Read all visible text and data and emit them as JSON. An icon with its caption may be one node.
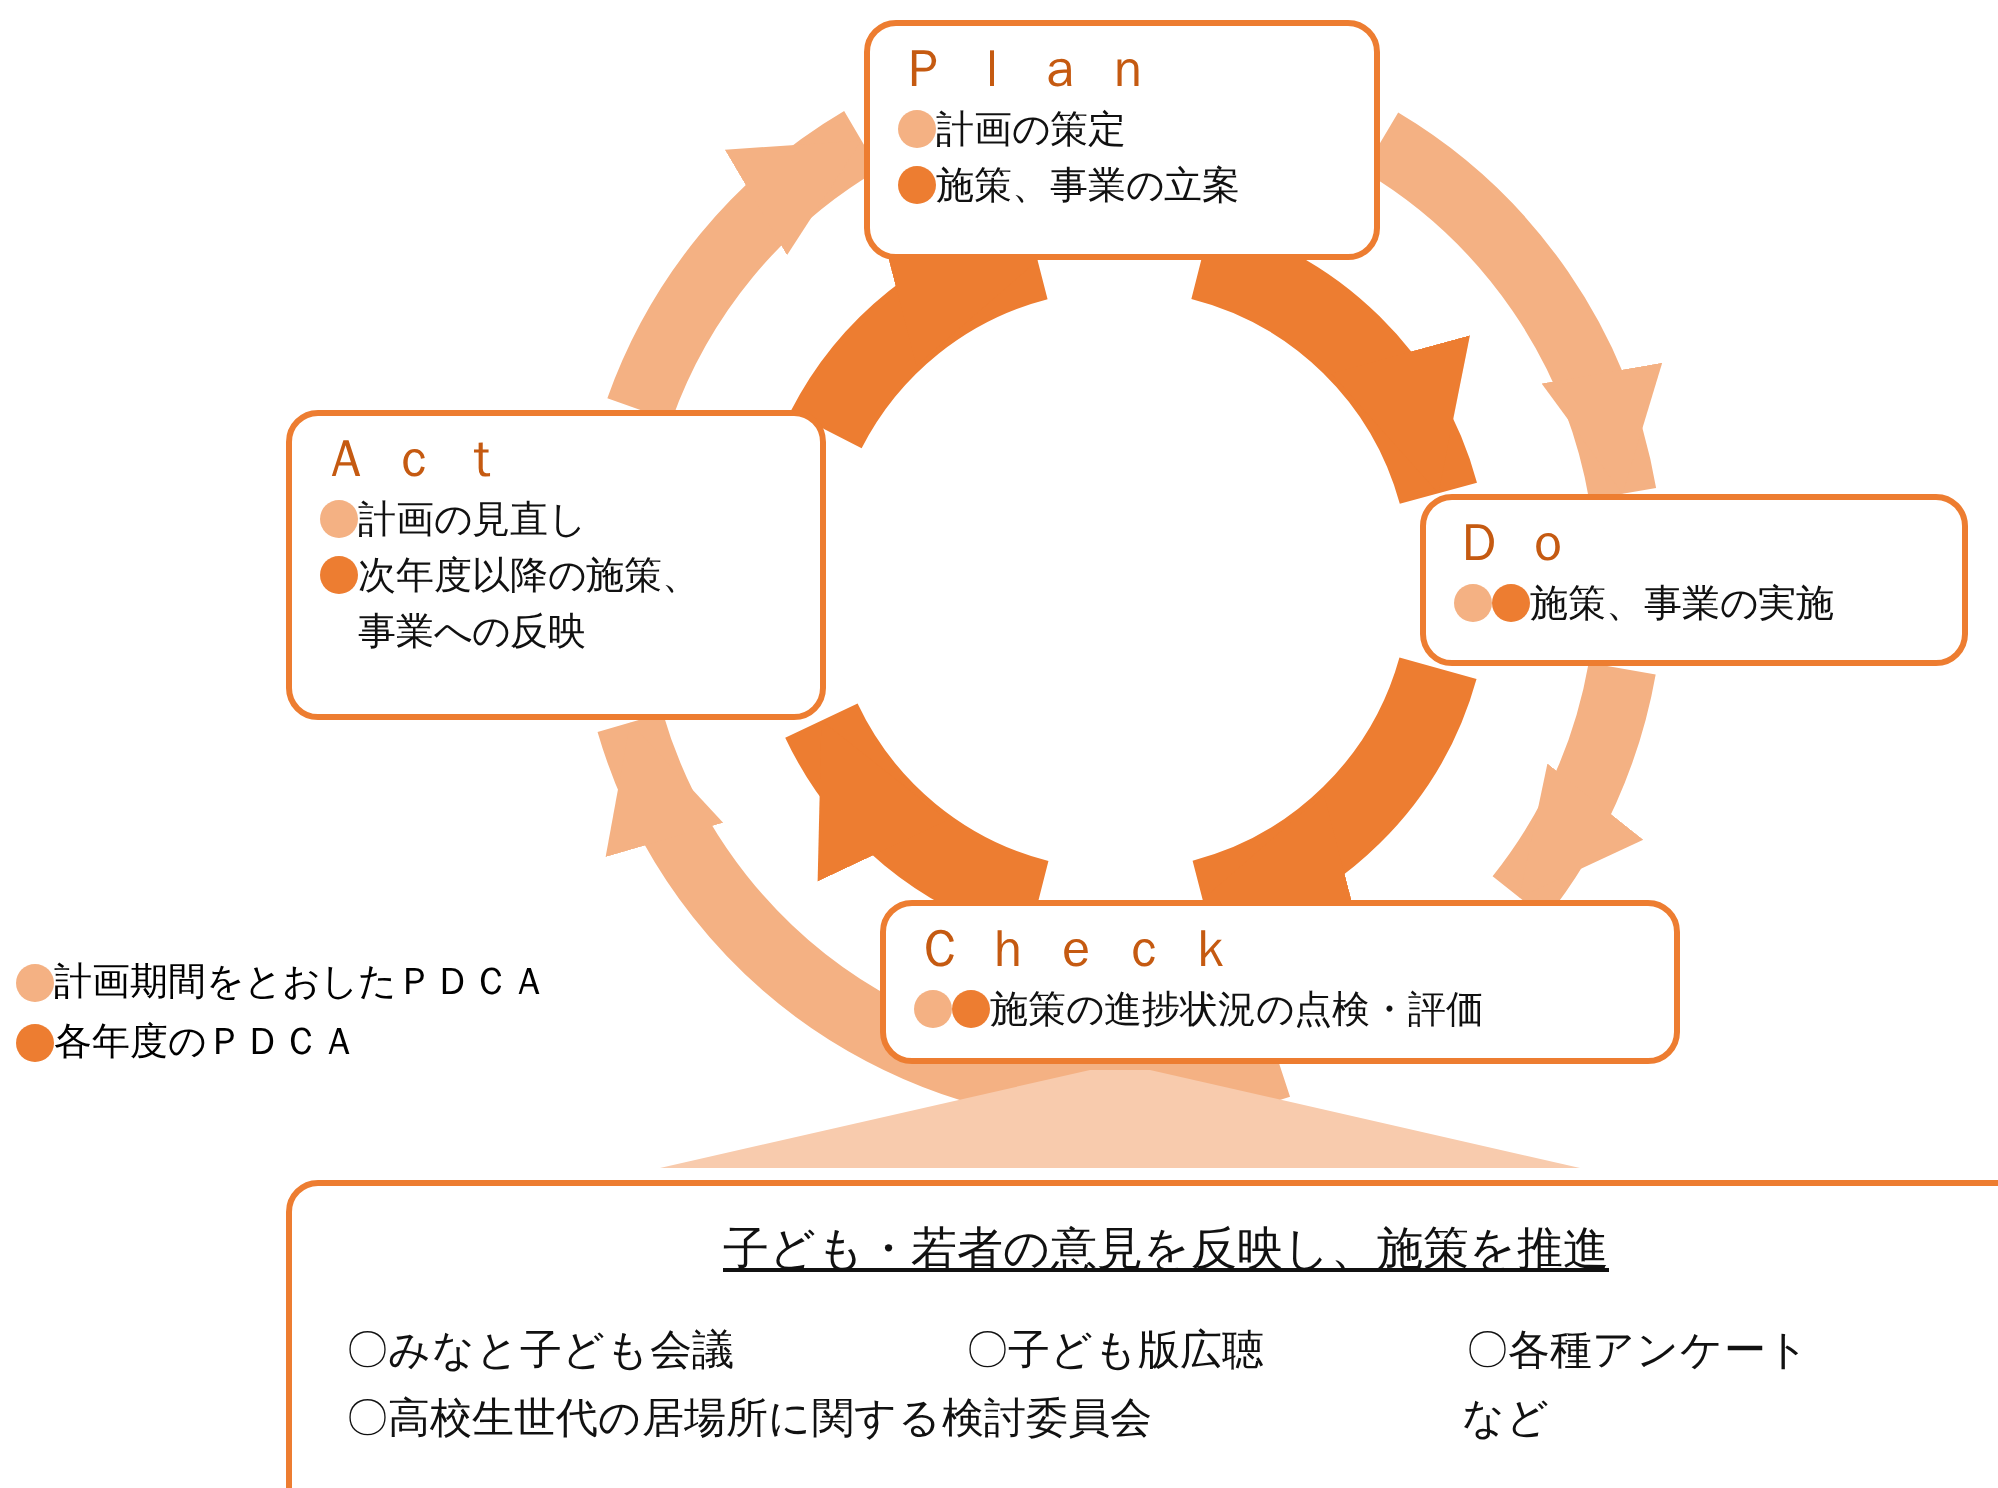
{
  "diagram": {
    "nodes": [
      {
        "text": [
          "Ｐｌａｎ",
          "計画の策定",
          "施策、事業の立案"
        ]
      },
      {
        "text": [
          "Ｄｏ",
          "施策、事業の実施"
        ]
      },
      {
        "text": [
          "Ｃｈｅｃｋ",
          "施策の進捗状況の点検・評価"
        ]
      },
      {
        "text": [
          "Ａｃｔ",
          "計画の見直し",
          "次年度以降の施策、事業への反映"
        ]
      },
      {
        "text": [
          "子ども・若者の意見を反映し、施策を推進",
          "〇みなと子ども会議",
          "〇子ども版広聴",
          "〇各種アンケート",
          "〇高校生世代の居場所に関する検討委員会",
          "など"
        ]
      }
    ],
    "edges": [
      {
        "from": 0,
        "to": 1,
        "arrow": "to"
      },
      {
        "from": 1,
        "to": 2,
        "arrow": "to"
      },
      {
        "from": 2,
        "to": 3,
        "arrow": "to"
      },
      {
        "from": 3,
        "to": 0,
        "arrow": "to"
      },
      {
        "from": 0,
        "to": 1,
        "arrow": "to",
        "color": "#f4b183"
      },
      {
        "from": 1,
        "to": 2,
        "arrow": "to",
        "color": "#f4b183"
      },
      {
        "from": 2,
        "to": 3,
        "arrow": "to",
        "color": "#f4b183"
      },
      {
        "from": 3,
        "to": 0,
        "arrow": "to",
        "color": "#f4b183"
      },
      {
        "from": 2,
        "to": 4,
        "arrow": "none",
        "color": "#f8cbad"
      }
    ],
    "legend": [
      {
        "text": "計画期間をとおしたＰＤＣＡ",
        "color": "#f4b183"
      },
      {
        "text": "各年度のＰＤＣＡ",
        "color": "#ed7d31"
      }
    ]
  }
}
